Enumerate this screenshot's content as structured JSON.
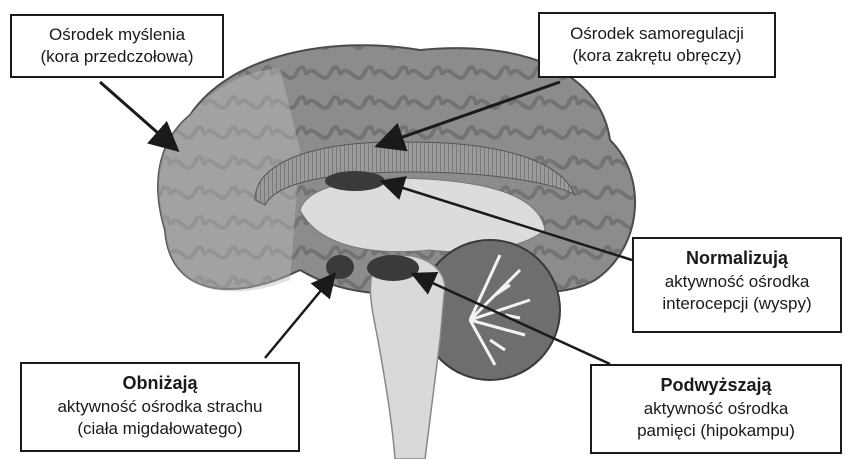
{
  "labels": {
    "thinking": {
      "line1": "Ośrodek myślenia",
      "line2": "(kora przedczołowa)"
    },
    "selfreg": {
      "line1": "Ośrodek samoregulacji",
      "line2": "(kora zakrętu obręczy)"
    },
    "insula": {
      "heading": "Normalizują",
      "line1": "aktywność ośrodka",
      "line2": "interocepcji (wyspy)"
    },
    "amygdala": {
      "heading": "Obniżają",
      "line1": "aktywność ośrodka strachu",
      "line2": "(ciała migdałowatego)"
    },
    "hippocampus": {
      "heading": "Podwyższają",
      "line1": "aktywność ośrodka",
      "line2": "pamięci (hipokampu)"
    }
  },
  "colors": {
    "cortex": "#8c8c8c",
    "cortex_dark": "#5e5e5e",
    "prefrontal_highlight": "#bdbdbd",
    "region_marker": "#3a3a3a",
    "cerebellum": "#6e6e6e",
    "brainstem": "#d9d9d9"
  }
}
